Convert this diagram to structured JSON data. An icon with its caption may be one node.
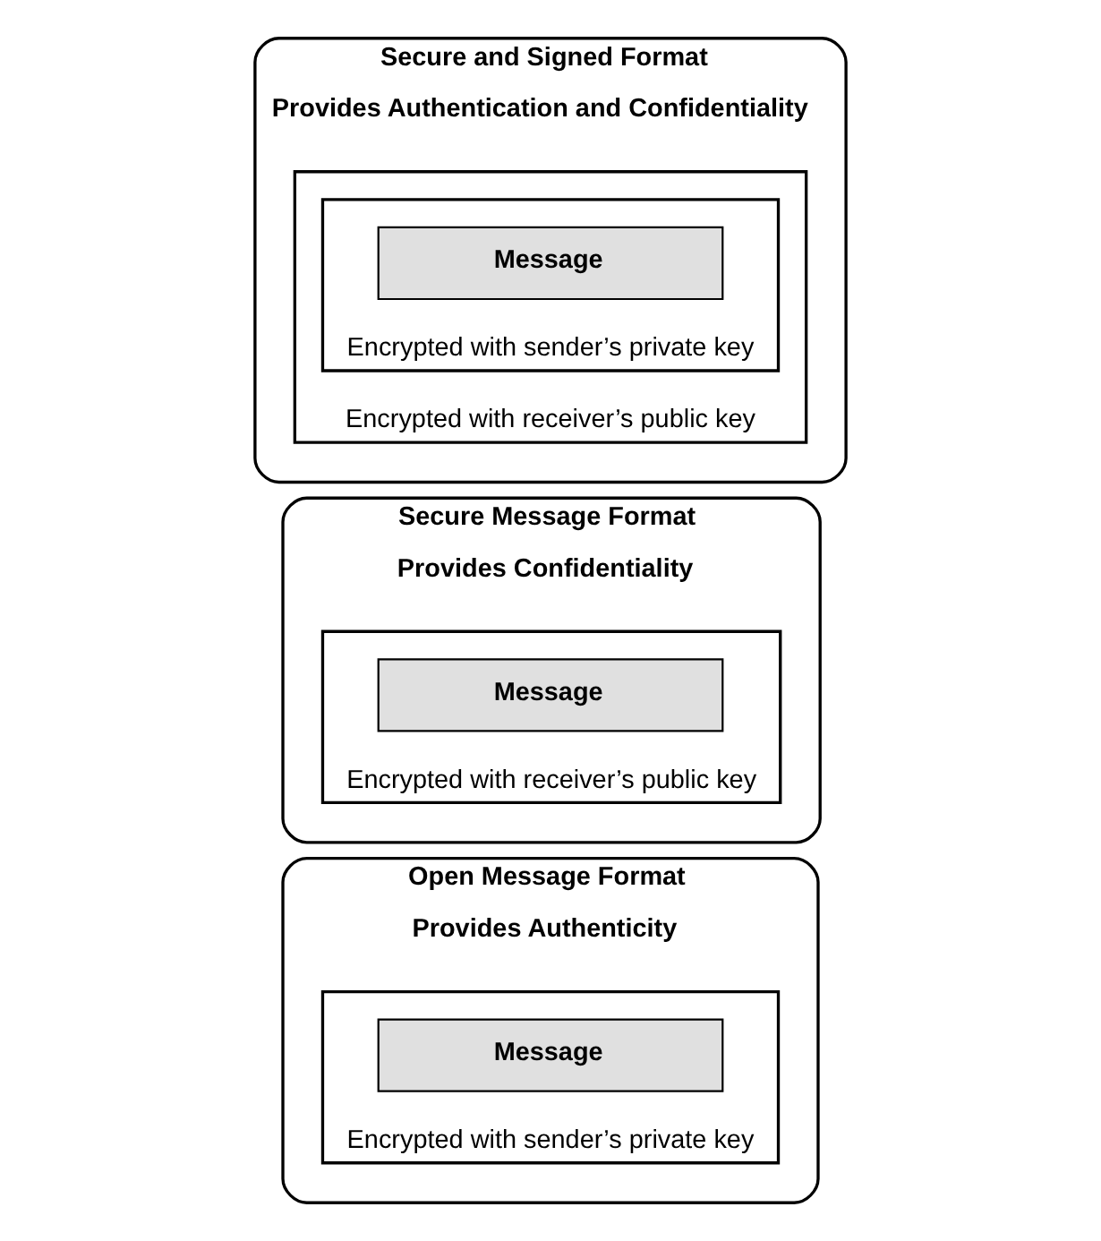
{
  "diagram": {
    "nodes": [
      {
        "text": [
          "Open Message Format",
          "Provides Authenticity"
        ]
      },
      {
        "text": [
          "Encrypted with sender’s private key"
        ],
        "in": 0
      },
      {
        "text": [
          "Message"
        ],
        "in": 1
      },
      {
        "text": [
          "Secure Message Format",
          "Provides Confidentiality"
        ]
      },
      {
        "text": [
          "Encrypted with receiver’s public key"
        ],
        "in": 3
      },
      {
        "text": [
          "Message"
        ],
        "in": 4
      },
      {
        "text": [
          "Secure and Signed Format",
          "Provides Authentication and Confidentiality"
        ]
      },
      {
        "text": [
          "Encrypted with receiver’s public key"
        ],
        "in": 6
      },
      {
        "text": [
          "Encrypted with sender’s private key"
        ],
        "in": 7
      },
      {
        "text": [
          "Message"
        ],
        "in": 8
      }
    ]
  }
}
